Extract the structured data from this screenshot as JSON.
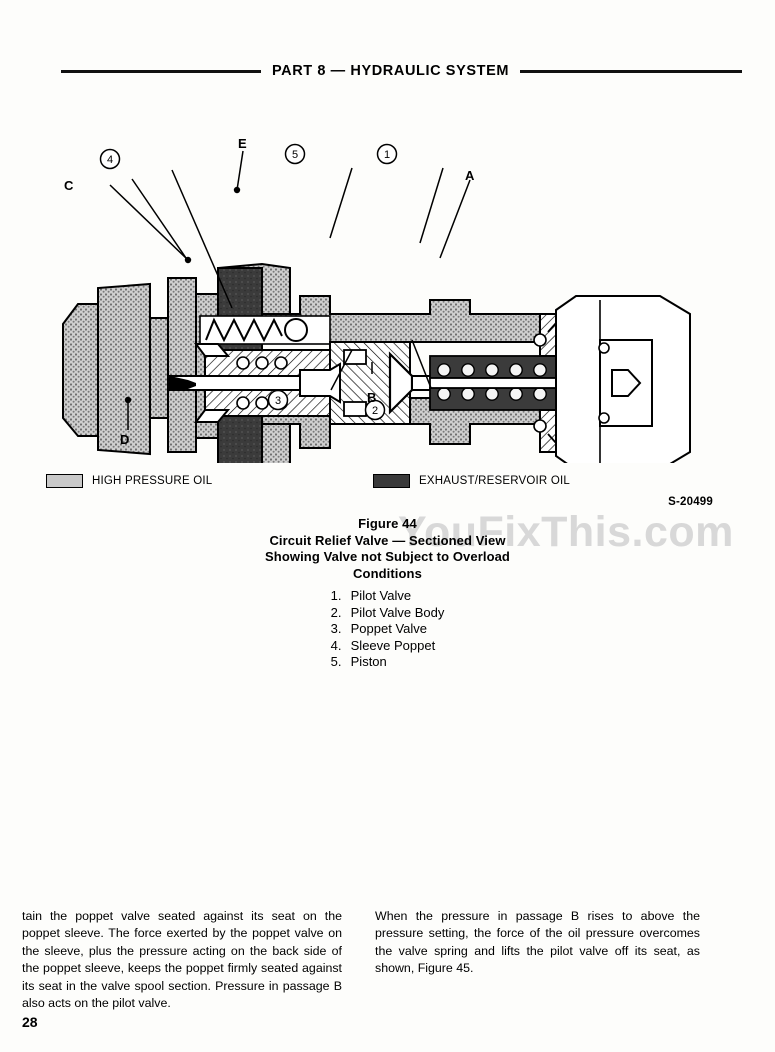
{
  "header": {
    "title": "PART 8  —  HYDRAULIC SYSTEM"
  },
  "figure": {
    "code": "S-20499",
    "caption_line1": "Figure 44",
    "caption_line2": "Circuit Relief Valve — Sectioned View",
    "caption_line3": "Showing Valve not Subject to Overload",
    "caption_line4": "Conditions",
    "parts": [
      {
        "num": "1.",
        "label": "Pilot Valve"
      },
      {
        "num": "2.",
        "label": "Pilot Valve Body"
      },
      {
        "num": "3.",
        "label": "Poppet Valve"
      },
      {
        "num": "4.",
        "label": "Sleeve Poppet"
      },
      {
        "num": "5.",
        "label": "Piston"
      }
    ],
    "callouts": {
      "letter_a": "A",
      "letter_b": "B",
      "letter_c": "C",
      "letter_d": "D",
      "letter_e": "E",
      "num_1": "1",
      "num_2": "2",
      "num_3": "3",
      "num_4": "4",
      "num_5": "5"
    },
    "colors": {
      "high_pressure_oil": "#c9c9c9",
      "exhaust_reservoir_oil": "#3a3a3a",
      "outline": "#000000"
    }
  },
  "legend": {
    "high_pressure_label": "HIGH PRESSURE OIL",
    "exhaust_label": "EXHAUST/RESERVOIR OIL"
  },
  "watermark": {
    "text": "YouFixThis.com"
  },
  "body": {
    "left_column": "tain the poppet valve seated against its seat on the poppet sleeve. The force exerted by the poppet valve on the sleeve, plus the pressure acting on the back side of the poppet sleeve, keeps the poppet firmly seated against its seat in the valve spool section. Pressure in passage B also acts on the pilot valve.",
    "right_column": "When the pressure in passage B rises to above the pressure setting, the force of the oil pressure overcomes the valve spring and lifts the pilot valve off its seat, as shown, Figure 45."
  },
  "page_number": "28"
}
